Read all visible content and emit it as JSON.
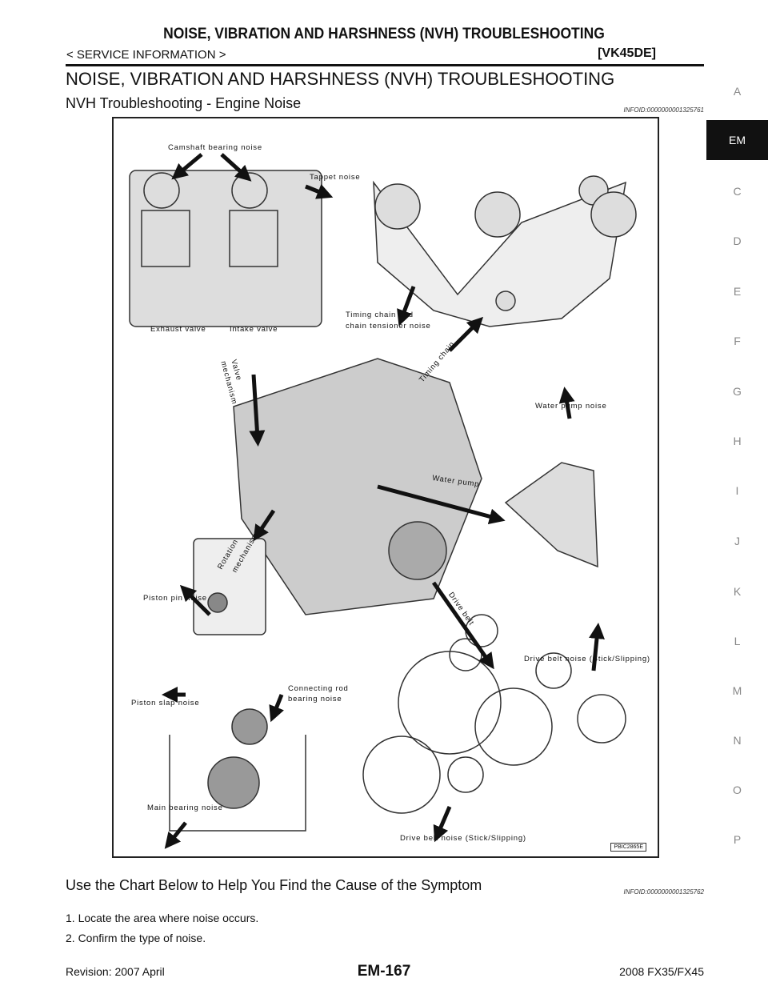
{
  "header": {
    "title": "NOISE, VIBRATION AND HARSHNESS (NVH) TROUBLESHOOTING",
    "subtitle": "< SERVICE INFORMATION >",
    "code": "[VK45DE]"
  },
  "section_title": "NOISE, VIBRATION AND HARSHNESS (NVH) TROUBLESHOOTING",
  "subsection1": {
    "title": "NVH Troubleshooting - Engine Noise",
    "infoid": "INFOID:0000000001325761"
  },
  "figure": {
    "labels": {
      "camshaft": "Camshaft bearing noise",
      "tappet": "Tappet noise",
      "exhaust": "Exhaust valve",
      "intake": "Intake valve",
      "timing1": "Timing chain and",
      "timing2": "chain tensioner noise",
      "valve1": "Valve",
      "valve2": "mechanism",
      "timing_chain": "Timing chain",
      "wp_noise": "Water pump noise",
      "wp": "Water pump",
      "rot1": "Rotation",
      "rot2": "mechanism",
      "pin": "Piston pin noise",
      "drive_belt": "Drive belt",
      "belt_noise1": "Drive belt noise (Stick/Slipping)",
      "conrod1": "Connecting rod",
      "conrod2": "bearing noise",
      "slap": "Piston slap noise",
      "main": "Main bearing noise",
      "belt_noise2": "Drive belt noise (Stick/Slipping)"
    },
    "code": "PBIC2865E"
  },
  "subsection2": {
    "title": "Use the Chart Below to Help You Find the Cause of the Symptom",
    "infoid": "INFOID:0000000001325762"
  },
  "steps": [
    "1.   Locate the area where noise occurs.",
    "2.   Confirm the type of noise."
  ],
  "footer": {
    "revision": "Revision: 2007 April",
    "page": "EM-167",
    "model": "2008 FX35/FX45"
  },
  "side_tabs": [
    "A",
    "EM",
    "C",
    "D",
    "E",
    "F",
    "G",
    "H",
    "I",
    "J",
    "K",
    "L",
    "M",
    "N",
    "O",
    "P"
  ]
}
